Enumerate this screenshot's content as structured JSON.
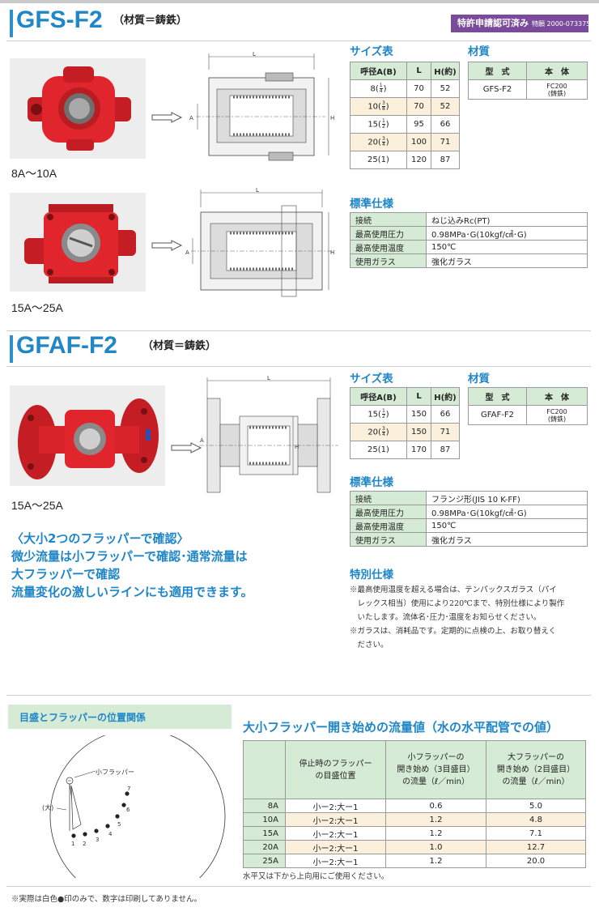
{
  "patent_badge": {
    "label": "特許申請認可済み",
    "number": "特願 2000-073375"
  },
  "gfs": {
    "model": "GFS-F2",
    "material_note": "（材質＝鋳鉄）",
    "size_label_a": "8A〜10A",
    "size_label_b": "15A〜25A",
    "size_table": {
      "title": "サイズ表",
      "headers": [
        "呼径A(B)",
        "L",
        "H(約)"
      ],
      "rows": [
        {
          "a": "8",
          "frac_n": "1",
          "frac_d": "4",
          "l": "70",
          "h": "52"
        },
        {
          "a": "10",
          "frac_n": "3",
          "frac_d": "8",
          "l": "70",
          "h": "52"
        },
        {
          "a": "15",
          "frac_n": "1",
          "frac_d": "2",
          "l": "95",
          "h": "66"
        },
        {
          "a": "20",
          "frac_n": "3",
          "frac_d": "4",
          "l": "100",
          "h": "71"
        },
        {
          "a": "25",
          "paren": "(1)",
          "l": "120",
          "h": "87"
        }
      ]
    },
    "material_table": {
      "title": "材質",
      "headers": [
        "型　式",
        "本　体"
      ],
      "model": "GFS-F2",
      "body_line1": "FC200",
      "body_line2": "(鋳鉄)"
    },
    "spec": {
      "title": "標準仕様",
      "rows": [
        {
          "k": "接続",
          "v": "ねじ込みRc(PT)"
        },
        {
          "k": "最高使用圧力",
          "v": "0.98MPa･G(10kgf/㎠･G)"
        },
        {
          "k": "最高使用温度",
          "v": "150℃"
        },
        {
          "k": "使用ガラス",
          "v": "強化ガラス"
        }
      ]
    },
    "drawing": {
      "dim_l": "L",
      "dim_h": "H",
      "dim_a": "A"
    }
  },
  "gfaf": {
    "model": "GFAF-F2",
    "material_note": "（材質＝鋳鉄）",
    "size_label": "15A〜25A",
    "size_table": {
      "title": "サイズ表",
      "headers": [
        "呼径A(B)",
        "L",
        "H(約)"
      ],
      "rows": [
        {
          "a": "15",
          "frac_n": "1",
          "frac_d": "2",
          "l": "150",
          "h": "66"
        },
        {
          "a": "20",
          "frac_n": "3",
          "frac_d": "4",
          "l": "150",
          "h": "71"
        },
        {
          "a": "25",
          "paren": "(1)",
          "l": "170",
          "h": "87"
        }
      ]
    },
    "material_table": {
      "title": "材質",
      "headers": [
        "型　式",
        "本　体"
      ],
      "model": "GFAF-F2",
      "body_line1": "FC200",
      "body_line2": "(鋳鉄)"
    },
    "spec": {
      "title": "標準仕様",
      "rows": [
        {
          "k": "接続",
          "v": "フランジ形(JIS 10 K-FF)"
        },
        {
          "k": "最高使用圧力",
          "v": "0.98MPa･G(10kgf/㎠･G)"
        },
        {
          "k": "最高使用温度",
          "v": "150℃"
        },
        {
          "k": "使用ガラス",
          "v": "強化ガラス"
        }
      ]
    },
    "special": {
      "title": "特別仕様",
      "notes": [
        "※最高使用温度を超える場合は、テンパックスガラス（パイ",
        "　レックス相当）使用により220℃まで、特別仕様により製作",
        "　いたします。流体名･圧力･温度をお知らせください。",
        "※ガラスは、消耗品です。定期的に点検の上、お取り替えく",
        "　ださい。"
      ]
    },
    "features": [
      "〈大小2つのフラッパーで確認〉",
      "微少流量は小フラッパーで確認･通常流量は",
      "大フラッパーで確認",
      "流量変化の激しいラインにも適用できます。"
    ],
    "drawing": {
      "dim_l": "L",
      "dim_h": "H",
      "dim_a": "A"
    }
  },
  "dial": {
    "title": "目盛とフラッパーの位置関係",
    "small_flapper_label": "小フラッパー",
    "big_label": "(大)",
    "numbers": [
      "1",
      "2",
      "3",
      "4",
      "5",
      "6",
      "7"
    ]
  },
  "flow_table": {
    "title": "大小フラッパー開き始めの流量値（水の水平配管での値）",
    "headers": [
      "",
      "停止時のフラッパー\nの目盛位置",
      "小フラッパーの\n開き始め（3目盛目）\nの流量（ℓ／min）",
      "大フラッパーの\n開き始め（2目盛目）\nの流量（ℓ／min）"
    ],
    "rows": [
      {
        "size": "8A",
        "pos": "小ー2:大ー1",
        "small": "0.6",
        "big": "5.0"
      },
      {
        "size": "10A",
        "pos": "小ー2:大ー1",
        "small": "1.2",
        "big": "4.8"
      },
      {
        "size": "15A",
        "pos": "小ー2:大ー1",
        "small": "1.2",
        "big": "7.1"
      },
      {
        "size": "20A",
        "pos": "小ー2:大ー1",
        "small": "1.0",
        "big": "12.7"
      },
      {
        "size": "25A",
        "pos": "小ー2:大ー1",
        "small": "1.2",
        "big": "20.0"
      }
    ],
    "note": "水平又は下から上向用にご使用ください。"
  },
  "footer_note": "※実際は白色●印のみで、数字は印刷してありません。",
  "colors": {
    "accent": "#1f86c8",
    "header_green": "#d6ebd5",
    "row_alt": "#faf0dc",
    "patent": "#7b4b9b",
    "valve_red": "#e0262c"
  }
}
